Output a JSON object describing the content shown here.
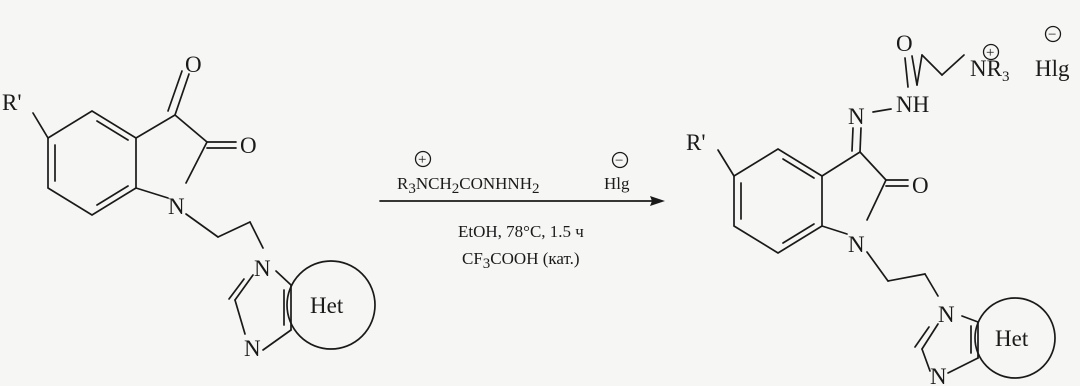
{
  "reactant": {
    "substituent": "R'",
    "atom_O": "O",
    "atom_N": "N",
    "ring_label": "Het"
  },
  "reagent": {
    "prefix": "R",
    "sub_3": "3",
    "main": "NCH",
    "sub_2a": "2",
    "main2": "CONHNH",
    "sub_2b": "2",
    "counter_ion": "Hlg",
    "plus_sign": "+",
    "minus_sign": "−"
  },
  "conditions": {
    "line1": "EtOH, 78°C, 1.5 ч",
    "line2_pre": "CF",
    "line2_sub": "3",
    "line2_post": "COOH (кат.)"
  },
  "product": {
    "substituent": "R'",
    "atom_O": "O",
    "atom_N": "N",
    "NH": "NH",
    "hydrazone_N": "N",
    "ammonium_pre": "NR",
    "ammonium_sub": "3",
    "counter_ion": "Hlg",
    "ring_label": "Het",
    "plus_sign": "+",
    "minus_sign": "−"
  },
  "colors": {
    "ink": "#1a1a1a",
    "paper": "#f6f6f4"
  }
}
